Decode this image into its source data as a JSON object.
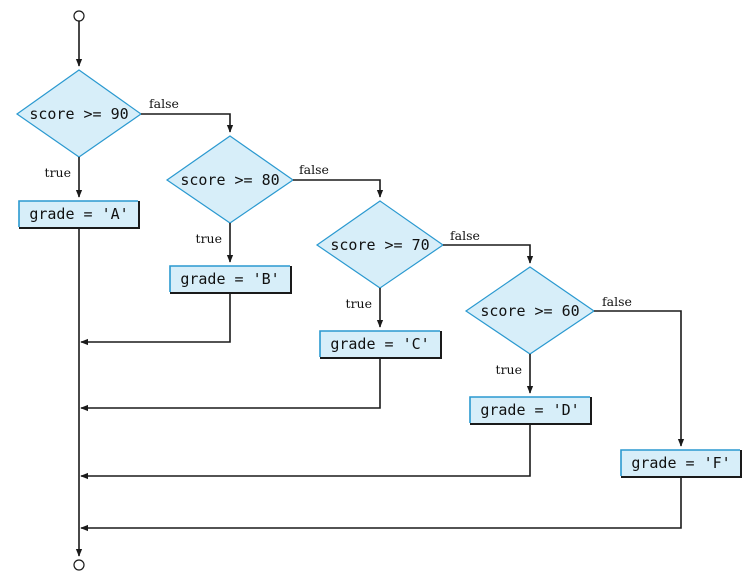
{
  "diagram": {
    "decisions": [
      {
        "condition": "score >= 90",
        "true_label": "true",
        "false_label": "false"
      },
      {
        "condition": "score >= 80",
        "true_label": "true",
        "false_label": "false"
      },
      {
        "condition": "score >= 70",
        "true_label": "true",
        "false_label": "false"
      },
      {
        "condition": "score >= 60",
        "true_label": "true",
        "false_label": "false"
      }
    ],
    "actions": [
      {
        "text": "grade = 'A'"
      },
      {
        "text": "grade = 'B'"
      },
      {
        "text": "grade = 'C'"
      },
      {
        "text": "grade = 'D'"
      },
      {
        "text": "grade = 'F'"
      }
    ],
    "colors": {
      "node_fill": "#d7eef9",
      "node_border": "#2a99d0",
      "line": "#1a1a1a"
    }
  }
}
